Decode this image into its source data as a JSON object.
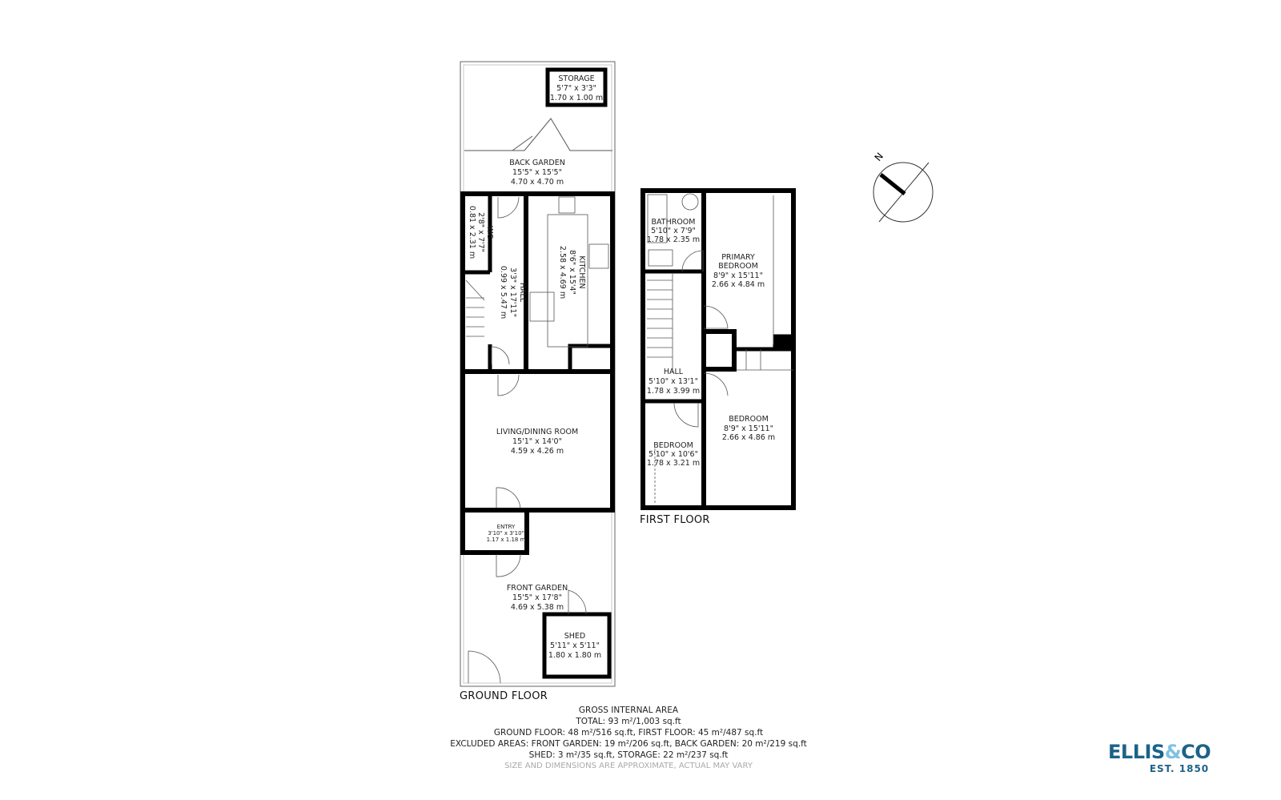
{
  "ground_floor": {
    "label": "GROUND FLOOR",
    "rooms": {
      "storage": {
        "name": "STORAGE",
        "imperial": "5'7\" x 3'3\"",
        "metric": "1.70 x 1.00 m"
      },
      "back_garden": {
        "name": "BACK GARDEN",
        "imperial": "15'5\" x 15'5\"",
        "metric": "4.70 x 4.70 m"
      },
      "wc": {
        "name": "WC",
        "imperial": "2'8\" x 7'7\"",
        "metric": "0.81 x 2.31 m"
      },
      "hall": {
        "name": "HALL",
        "imperial": "3'3\" x 17'11\"",
        "metric": "0.99 x 5.47 m"
      },
      "kitchen": {
        "name": "KITCHEN",
        "imperial": "8'6\" x 15'4\"",
        "metric": "2.58 x 4.69 m"
      },
      "living": {
        "name": "LIVING/DINING ROOM",
        "imperial": "15'1\" x 14'0\"",
        "metric": "4.59 x 4.26 m"
      },
      "entry": {
        "name": "ENTRY",
        "imperial": "3'10\" x 3'10\"",
        "metric": "1.17 x 1.18 m"
      },
      "front_garden": {
        "name": "FRONT GARDEN",
        "imperial": "15'5\" x 17'8\"",
        "metric": "4.69 x 5.38 m"
      },
      "shed": {
        "name": "SHED",
        "imperial": "5'11\" x 5'11\"",
        "metric": "1.80 x 1.80 m"
      }
    }
  },
  "first_floor": {
    "label": "FIRST FLOOR",
    "rooms": {
      "bathroom": {
        "name": "BATHROOM",
        "imperial": "5'10\" x 7'9\"",
        "metric": "1.78 x 2.35 m"
      },
      "primary_bedroom": {
        "name1": "PRIMARY",
        "name2": "BEDROOM",
        "imperial": "8'9\" x 15'11\"",
        "metric": "2.66 x 4.84 m"
      },
      "hall": {
        "name": "HALL",
        "imperial": "5'10\" x 13'1\"",
        "metric": "1.78 x 3.99 m"
      },
      "bedroom_small": {
        "name": "BEDROOM",
        "imperial": "5'10\" x 10'6\"",
        "metric": "1.78 x 3.21 m"
      },
      "bedroom": {
        "name": "BEDROOM",
        "imperial": "8'9\" x 15'11\"",
        "metric": "2.66 x 4.86 m"
      }
    }
  },
  "compass": {
    "label": "N",
    "icon": "north-arrow-icon"
  },
  "area_summary": {
    "title": "GROSS INTERNAL AREA",
    "total": "TOTAL: 93 m²/1,003 sq.ft",
    "floors": "GROUND FLOOR: 48 m²/516 sq.ft, FIRST FLOOR: 45 m²/487 sq.ft",
    "excluded": "EXCLUDED AREAS: FRONT GARDEN: 19 m²/206 sq.ft, BACK GARDEN: 20 m²/219 sq.ft",
    "excluded2": "SHED: 3 m²/35 sq.ft, STORAGE: 22 m²/237 sq.ft",
    "disclaimer": "SIZE AND DIMENSIONS ARE APPROXIMATE, ACTUAL MAY VARY"
  },
  "logo": {
    "name_a": "ELLIS",
    "amp": "&",
    "name_b": "CO",
    "est": "EST. 1850"
  },
  "colors": {
    "wall": "#000000",
    "brand_dark": "#1d6288",
    "brand_light": "#7fc1e3"
  }
}
